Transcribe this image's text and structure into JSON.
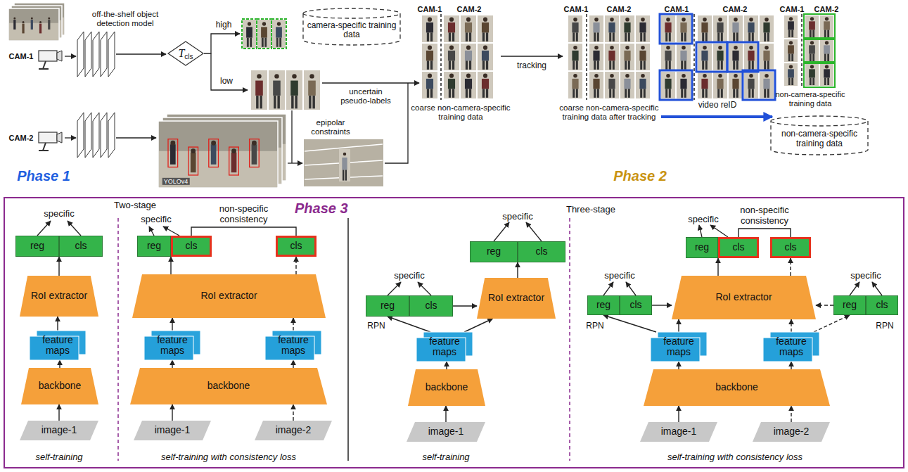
{
  "diagram": {
    "nodes": [
      {
        "text": [
          "T",
          "cls"
        ]
      },
      {
        "text": [
          "camera-specific training data"
        ]
      },
      {
        "text": [
          "non-camera-specific training data"
        ]
      },
      {
        "text": [
          "Phase 3"
        ]
      },
      {
        "text": [
          "reg"
        ],
        "in": 3
      },
      {
        "text": [
          "cls"
        ],
        "in": 3
      },
      {
        "text": [
          "RoI extractor"
        ],
        "in": 3
      },
      {
        "text": [
          "feature maps"
        ],
        "in": 3
      },
      {
        "text": [
          "backbone"
        ],
        "in": 3
      },
      {
        "text": [
          "image-1"
        ],
        "in": 3
      },
      {
        "text": [
          "reg"
        ],
        "in": 3
      },
      {
        "text": [
          "cls"
        ],
        "in": 3
      },
      {
        "text": [
          "cls"
        ],
        "in": 3
      },
      {
        "text": [
          "RoI extractor"
        ],
        "in": 3
      },
      {
        "text": [
          "feature maps"
        ],
        "in": 3
      },
      {
        "text": [
          "feature maps"
        ],
        "in": 3
      },
      {
        "text": [
          "backbone"
        ],
        "in": 3
      },
      {
        "text": [
          "image-1"
        ],
        "in": 3
      },
      {
        "text": [
          "image-2"
        ],
        "in": 3
      },
      {
        "text": [
          "reg"
        ],
        "in": 3
      },
      {
        "text": [
          "cls"
        ],
        "in": 3
      },
      {
        "text": [
          "reg"
        ],
        "in": 3
      },
      {
        "text": [
          "cls"
        ],
        "in": 3
      },
      {
        "text": [
          "RoI extractor"
        ],
        "in": 3
      },
      {
        "text": [
          "feature maps"
        ],
        "in": 3
      },
      {
        "text": [
          "backbone"
        ],
        "in": 3
      },
      {
        "text": [
          "image-1"
        ],
        "in": 3
      },
      {
        "text": [
          "reg"
        ],
        "in": 3
      },
      {
        "text": [
          "cls"
        ],
        "in": 3
      },
      {
        "text": [
          "reg"
        ],
        "in": 3
      },
      {
        "text": [
          "cls"
        ],
        "in": 3
      },
      {
        "text": [
          "cls"
        ],
        "in": 3
      },
      {
        "text": [
          "reg"
        ],
        "in": 3
      },
      {
        "text": [
          "cls"
        ],
        "in": 3
      },
      {
        "text": [
          "RoI extractor"
        ],
        "in": 3
      },
      {
        "text": [
          "feature maps"
        ],
        "in": 3
      },
      {
        "text": [
          "feature maps"
        ],
        "in": 3
      },
      {
        "text": [
          "backbone"
        ],
        "in": 3
      },
      {
        "text": [
          "image-1"
        ],
        "in": 3
      },
      {
        "text": [
          "image-2"
        ],
        "in": 3
      }
    ],
    "edges": [
      {
        "from": 9,
        "to": 8,
        "arrow": "to"
      },
      {
        "from": 8,
        "to": 7,
        "arrow": "to"
      },
      {
        "from": 7,
        "to": 6,
        "arrow": "to"
      },
      {
        "from": 6,
        "to": 4,
        "arrow": "to"
      },
      {
        "from": 17,
        "to": 16,
        "arrow": "to"
      },
      {
        "from": 18,
        "to": 16,
        "arrow": "to"
      },
      {
        "from": 16,
        "to": 14,
        "arrow": "to"
      },
      {
        "from": 16,
        "to": 15,
        "arrow": "to"
      },
      {
        "from": 14,
        "to": 13,
        "arrow": "to"
      },
      {
        "from": 15,
        "to": 13,
        "arrow": "to"
      },
      {
        "from": 13,
        "to": 10,
        "arrow": "to"
      },
      {
        "from": 13,
        "to": 12,
        "arrow": "to"
      },
      {
        "from": 11,
        "to": 12,
        "label": "non-specific consistency",
        "arrow": "none"
      },
      {
        "from": 26,
        "to": 25,
        "arrow": "to"
      },
      {
        "from": 25,
        "to": 24,
        "arrow": "to"
      },
      {
        "from": 24,
        "to": 19,
        "arrow": "to"
      },
      {
        "from": 24,
        "to": 23,
        "arrow": "to"
      },
      {
        "from": 20,
        "to": 23,
        "arrow": "to"
      },
      {
        "from": 23,
        "to": 21,
        "arrow": "to"
      },
      {
        "from": 38,
        "to": 37,
        "arrow": "to"
      },
      {
        "from": 39,
        "to": 37,
        "arrow": "to"
      },
      {
        "from": 37,
        "to": 35,
        "arrow": "to"
      },
      {
        "from": 37,
        "to": 36,
        "arrow": "to"
      },
      {
        "from": 35,
        "to": 27,
        "arrow": "to"
      },
      {
        "from": 35,
        "to": 34,
        "arrow": "to"
      },
      {
        "from": 36,
        "to": 34,
        "arrow": "to"
      },
      {
        "from": 36,
        "to": 32,
        "arrow": "to"
      },
      {
        "from": 28,
        "to": 34,
        "arrow": "to"
      },
      {
        "from": 32,
        "to": 34,
        "arrow": "to"
      },
      {
        "from": 34,
        "to": 29,
        "arrow": "to"
      },
      {
        "from": 34,
        "to": 31,
        "arrow": "to"
      },
      {
        "from": 30,
        "to": 31,
        "label": "non-specific consistency",
        "arrow": "none"
      }
    ],
    "labels": [
      "off-the-shelf object detection model",
      "high",
      "low",
      "CAM-1",
      "CAM-2",
      "uncertain pseudo-labels",
      "epipolar constraints",
      "YOLOv4",
      "Phase 1",
      "CAM-1",
      "CAM-2",
      "coarse non-camera-specific training data",
      "tracking",
      "CAM-1",
      "CAM-2",
      "coarse non-camera-specific training data after tracking",
      "CAM-1",
      "CAM-2",
      "video reID",
      "CAM-1",
      "CAM-2",
      "non-camera-specific training data",
      "Phase 2",
      "Two-stage",
      "Three-stage",
      "specific",
      "self-training",
      "specific",
      "self-training with consistency loss",
      "specific",
      "specific",
      "RPN",
      "self-training",
      "specific",
      "specific",
      "RPN",
      "specific",
      "RPN",
      "self-training with consistency loss"
    ]
  }
}
